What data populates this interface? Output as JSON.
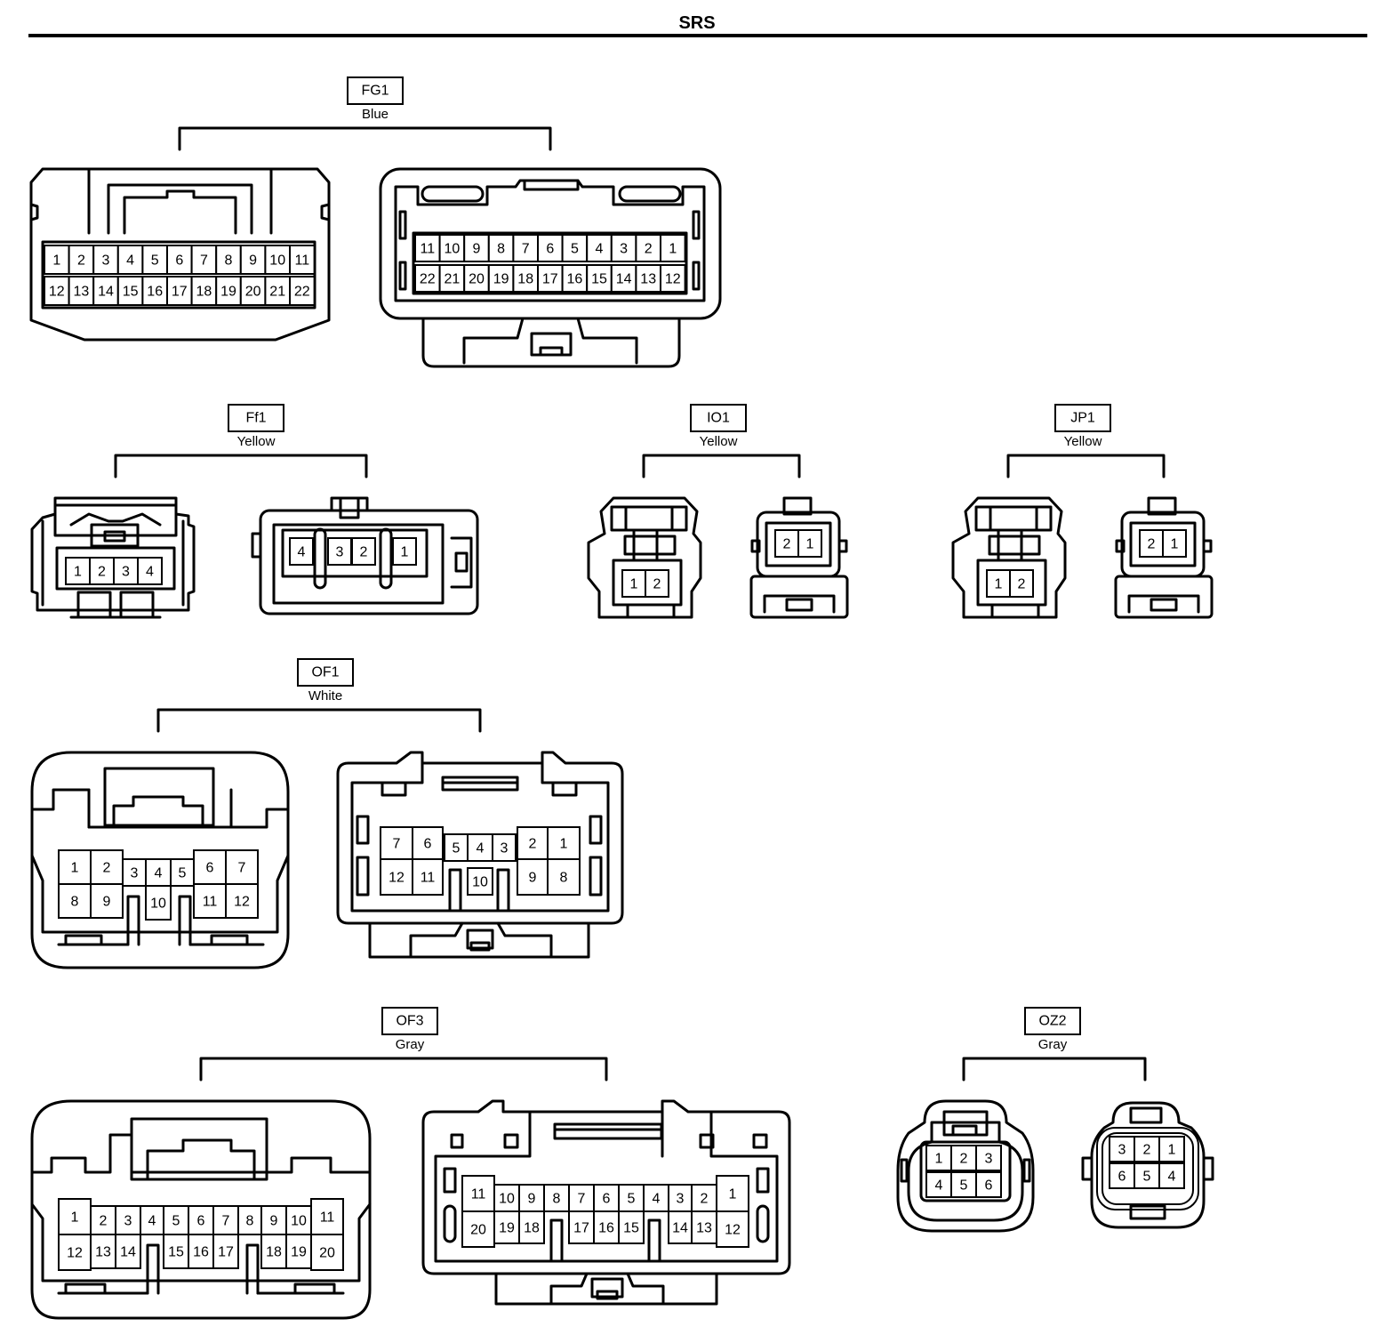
{
  "header": {
    "title": "SRS"
  },
  "connectors": [
    {
      "id": "FG1",
      "code": "FG1",
      "color": "Blue",
      "female": {
        "rows": [
          [
            "1",
            "2",
            "3",
            "4",
            "5",
            "6",
            "7",
            "8",
            "9",
            "10",
            "11"
          ],
          [
            "12",
            "13",
            "14",
            "15",
            "16",
            "17",
            "18",
            "19",
            "20",
            "21",
            "22"
          ]
        ]
      },
      "male": {
        "rows": [
          [
            "11",
            "10",
            "9",
            "8",
            "7",
            "6",
            "5",
            "4",
            "3",
            "2",
            "1"
          ],
          [
            "22",
            "21",
            "20",
            "19",
            "18",
            "17",
            "16",
            "15",
            "14",
            "13",
            "12"
          ]
        ]
      }
    },
    {
      "id": "Ff1",
      "code": "Ff1",
      "color": "Yellow",
      "female": {
        "rows": [
          [
            "1",
            "2",
            "3",
            "4"
          ]
        ]
      },
      "male": {
        "rows": [
          [
            "4",
            "3",
            "2",
            "1"
          ]
        ]
      }
    },
    {
      "id": "IO1",
      "code": "IO1",
      "color": "Yellow",
      "female": {
        "rows": [
          [
            "1",
            "2"
          ]
        ]
      },
      "male": {
        "rows": [
          [
            "2",
            "1"
          ]
        ]
      }
    },
    {
      "id": "JP1",
      "code": "JP1",
      "color": "Yellow",
      "female": {
        "rows": [
          [
            "1",
            "2"
          ]
        ]
      },
      "male": {
        "rows": [
          [
            "2",
            "1"
          ]
        ]
      }
    },
    {
      "id": "OF1",
      "code": "OF1",
      "color": "White",
      "female": {
        "rows": [
          [
            "1",
            "2",
            "3",
            "4",
            "5",
            "6",
            "7"
          ],
          [
            "8",
            "9",
            "10",
            "11",
            "12"
          ]
        ]
      },
      "male": {
        "rows": [
          [
            "7",
            "6",
            "5",
            "4",
            "3",
            "2",
            "1"
          ],
          [
            "12",
            "11",
            "10",
            "9",
            "8"
          ]
        ]
      }
    },
    {
      "id": "OF3",
      "code": "OF3",
      "color": "Gray",
      "female": {
        "rows": [
          [
            "1",
            "2",
            "3",
            "4",
            "5",
            "6",
            "7",
            "8",
            "9",
            "10",
            "11"
          ],
          [
            "12",
            "13",
            "14",
            "15",
            "16",
            "17",
            "18",
            "19",
            "20"
          ]
        ]
      },
      "male": {
        "rows": [
          [
            "11",
            "10",
            "9",
            "8",
            "7",
            "6",
            "5",
            "4",
            "3",
            "2",
            "1"
          ],
          [
            "20",
            "19",
            "18",
            "17",
            "16",
            "15",
            "14",
            "13",
            "12"
          ]
        ]
      }
    },
    {
      "id": "OZ2",
      "code": "OZ2",
      "color": "Gray",
      "female": {
        "rows": [
          [
            "1",
            "2",
            "3"
          ],
          [
            "4",
            "5",
            "6"
          ]
        ]
      },
      "male": {
        "rows": [
          [
            "3",
            "2",
            "1"
          ],
          [
            "6",
            "5",
            "4"
          ]
        ]
      }
    }
  ]
}
